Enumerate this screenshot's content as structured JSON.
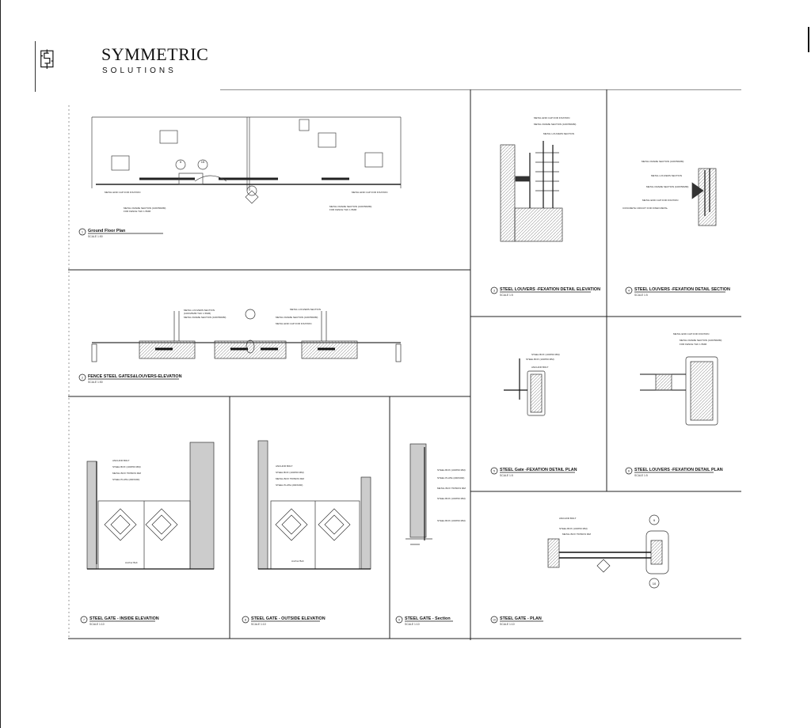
{
  "brand": {
    "name": "SYMMETRIC",
    "subtitle": "SOLUTIONS"
  },
  "drawings": [
    {
      "num": "1",
      "title": "Ground Floor Plan",
      "scale": "SCALE 1:50"
    },
    {
      "num": "2",
      "title": "FENCE STEEL GATES&LOUVERS-ELEVATION",
      "scale": "SCALE 1:50"
    },
    {
      "num": "3",
      "title": "STEEL LOUVERS -FEXATION DETAIL ELEVATION",
      "scale": "SCALE 1:5"
    },
    {
      "num": "4",
      "title": "STEEL LOUVERS -FEXATION DETAIL SECTION",
      "scale": "SCALE 1:5"
    },
    {
      "num": "5",
      "title": "STEEL Gate -FEXATION DETAIL PLAN",
      "scale": "SCALE 1:5"
    },
    {
      "num": "6",
      "title": "STEEL LOUVERS -FEXATION DETAIL PLAN",
      "scale": "SCALE 1:5"
    },
    {
      "num": "7",
      "title": "STEEL GATE - INSIDE ELEVATION",
      "scale": "SCALE 1:10"
    },
    {
      "num": "8",
      "title": "STEEL GATE - OUTSIDE ELEVATION",
      "scale": "SCALE 1:10"
    },
    {
      "num": "9",
      "title": "STEEL GATE - Section",
      "scale": "SCALE 1:10"
    },
    {
      "num": "10",
      "title": "STEEL GATE - PLAN",
      "scale": "SCALE 1:10"
    }
  ],
  "notes": {
    "metal_end_cap": "METAL END CAP FOR FIXATION",
    "metal_frame": "METAL FRAME SECTION (100X50MM)",
    "for_fence": "FOR FENCE THK 1.5MM",
    "louvers_section": "METAL LOUVERS SECTION",
    "louvers_size": "(100X25MM THK 1.5MM)",
    "concrete_circuit": "CONCRETE CIRCUIT FOR FIXED METAL",
    "anchor_bolt": "ANCHOR BOLT",
    "steel_box": "STEEL BOX (100X50 MM)",
    "steel_plate": "STEEL PLATE (200X200)",
    "metal_box": "METAL BOX 75X50X3 MM",
    "anchor_bolt_lower": "Anchor Bolt"
  },
  "tags": [
    "5",
    "15",
    "6",
    "8",
    "9",
    "10"
  ]
}
